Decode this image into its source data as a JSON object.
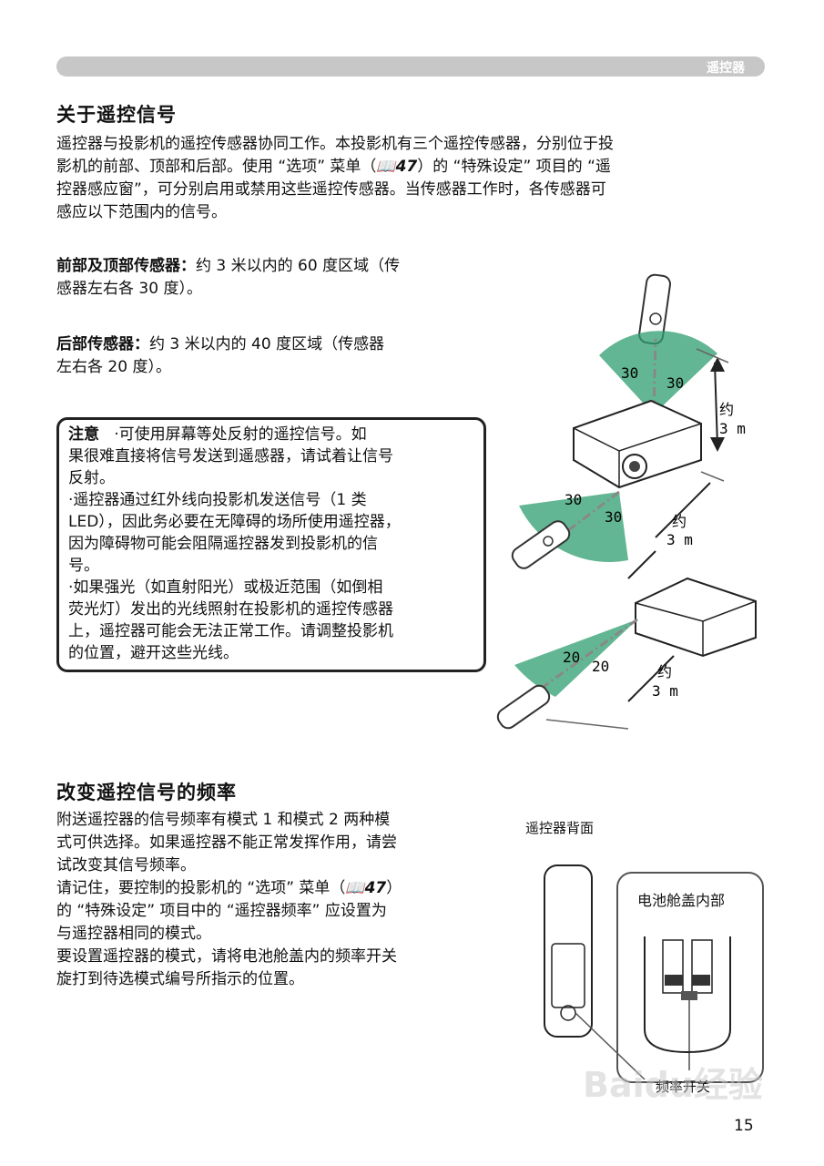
{
  "header": {
    "section_label": "遥控器"
  },
  "section1": {
    "title": "关于遥控信号",
    "intro_lines": [
      "遥控器与投影机的遥控传感器协同工作。本投影机有三个遥控传感器，分别位于投",
      "影机的前部、顶部和后部。使用 “选项” 菜单（",
      "控器感应窗”，可分别启用或禁用这些遥控传感器。当传感器工作时，各传感器可",
      "感应以下范围内的信号。"
    ],
    "intro_ref": "47",
    "intro_line2_tail": "）的 “特殊设定” 项目的 “遥",
    "front_label": "前部及顶部传感器：",
    "front_text_1": "约 3 米以内的 60 度区域（传",
    "front_text_2": "感器左右各 30 度）。",
    "rear_label": "后部传感器：",
    "rear_text_1": "约 3 米以内的 40 度区域（传感器",
    "rear_text_2": "左右各 20 度）。"
  },
  "note": {
    "title": "注意",
    "lines": [
      "·可使用屏幕等处反射的遥控信号。如",
      "果很难直接将信号发送到遥感器，请试着让信号",
      "反射。",
      "·遥控器通过红外线向投影机发送信号（1 类",
      "LED），因此务必要在无障碍的场所使用遥控器，",
      "因为障碍物可能会阻隔遥控器发到投影机的信",
      "号。",
      "·如果强光（如直射阳光）或极近范围（如倒相",
      "荧光灯）发出的光线照射在投影机的遥控传感器",
      "上，遥控器可能会无法正常工作。请调整投影机",
      "的位置，避开这些光线。"
    ]
  },
  "diagram1": {
    "angle_top": "30",
    "angle_front": "30",
    "approx": "约",
    "distance": "3 m",
    "angle_rear": "20"
  },
  "section2": {
    "title": "改变遥控信号的频率",
    "lines": [
      "附送遥控器的信号频率有模式 1 和模式 2 两种模",
      "式可供选择。如果遥控器不能正常发挥作用，请尝",
      "试改变其信号频率。",
      "请记住，要控制的投影机的 “选项” 菜单（",
      "的 “特殊设定” 项目中的 “遥控器频率” 应设置为",
      "与遥控器相同的模式。",
      "要设置遥控器的模式，请将电池舱盖内的频率开关",
      "旋打到待选模式编号所指示的位置。"
    ],
    "ref": "47"
  },
  "diagram2": {
    "back_label": "遥控器背面",
    "battery_label": "电池舱盖内部",
    "switch_label": "频率开关"
  },
  "footer": {
    "page_number": "15",
    "watermark": "Baidu经验"
  },
  "colors": {
    "beam": "#2f9e6f",
    "header_bar": "#c7c7c7"
  }
}
